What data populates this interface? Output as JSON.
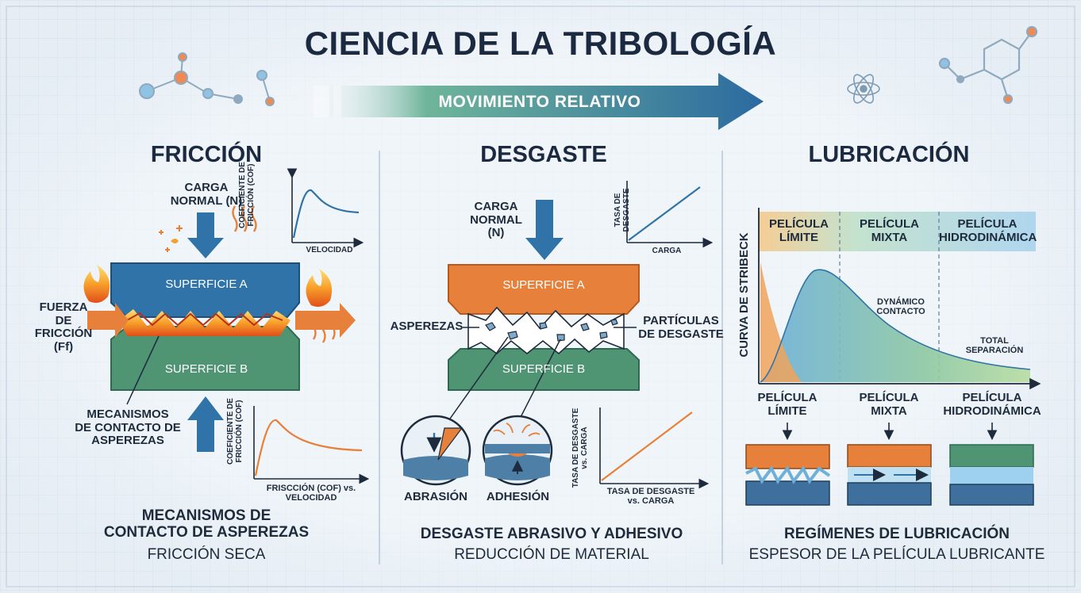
{
  "title": "CIENCIA DE LA TRIBOLOGÍA",
  "banner": "MOVIMIENTO RELATIVO",
  "colors": {
    "background": "#e9f0f6",
    "blue": "#2f73a8",
    "green": "#4f9473",
    "orange": "#e6803a",
    "fire": "#f2a12c",
    "text": "#1e2b3c"
  },
  "friction": {
    "heading": "FRICCIÓN",
    "load": "CARGA\nNORMAL (N)",
    "surface_a": "SUPERFICIE A",
    "surface_b": "SUPERFICIE B",
    "force": "FUERZA\nDE\nFRICCIÓN\n(Ff)",
    "mechanisms_label": "MECANISMOS\nDE CONTACTO DE\nASPEREZAS",
    "chart1_ylabel": "COEFICIENTE DE FRICCIÓN (COF)",
    "chart1_xlabel": "VELOCIDAD",
    "chart2_ylabel": "COEFICIENTE DE FRICCIÓN (COF)",
    "chart2_xlabel": "FRISCCIÓN (COF) vs.\nVELOCIDAD",
    "caption_title": "MECANISMOS DE\nCONTACTO DE ASPEREZAS",
    "caption_sub": "FRICCIÓN SECA"
  },
  "wear": {
    "heading": "DESGASTE",
    "load": "CARGA\nNORMAL\n(N)",
    "surface_a": "SUPERFICIE A",
    "surface_b": "SUPERFICIE B",
    "asperities": "ASPEREZAS",
    "particles": "PARTÍCULAS\nDE DESGASTE",
    "chart1_ylabel": "TASA DE DESGASTE",
    "chart1_xlabel": "CARGA",
    "abrasion": "ABRASIÓN",
    "adhesion": "ADHESIÓN",
    "chart2_ylabel": "TASA DE DESGASTE vs. CARGA",
    "chart2_xlabel": "TASA DE DESGASTE\nvs. CARGA",
    "caption_title": "DESGASTE ABRASIVO Y ADHESIVO",
    "caption_sub": "REDUCCIÓN DE MATERIAL"
  },
  "lubrication": {
    "heading": "LUBRICACIÓN",
    "regime_boundary": "PELÍCULA\nLÍMITE",
    "regime_mixed": "PELÍCULA\nMIXTA",
    "regime_hydro": "PELÍCULA\nHIDRODINÁMICA",
    "stribeck": "CURVA DE STRIBECK",
    "dynamic_contact": "DYNÁMICO\nCONTACTO",
    "total_separation": "TOTAL\nSEPARACIÓN",
    "film_boundary": "PELÍCULA\nLÍMITE",
    "film_mixed": "PELÍCULA\nMIXTA",
    "film_hydro": "PELÍCULA\nHIDRODINÁMICA",
    "caption_title": "REGÍMENES DE LUBRICACIÓN",
    "caption_sub": "ESPESOR DE LA PELÍCULA LUBRICANTE"
  }
}
